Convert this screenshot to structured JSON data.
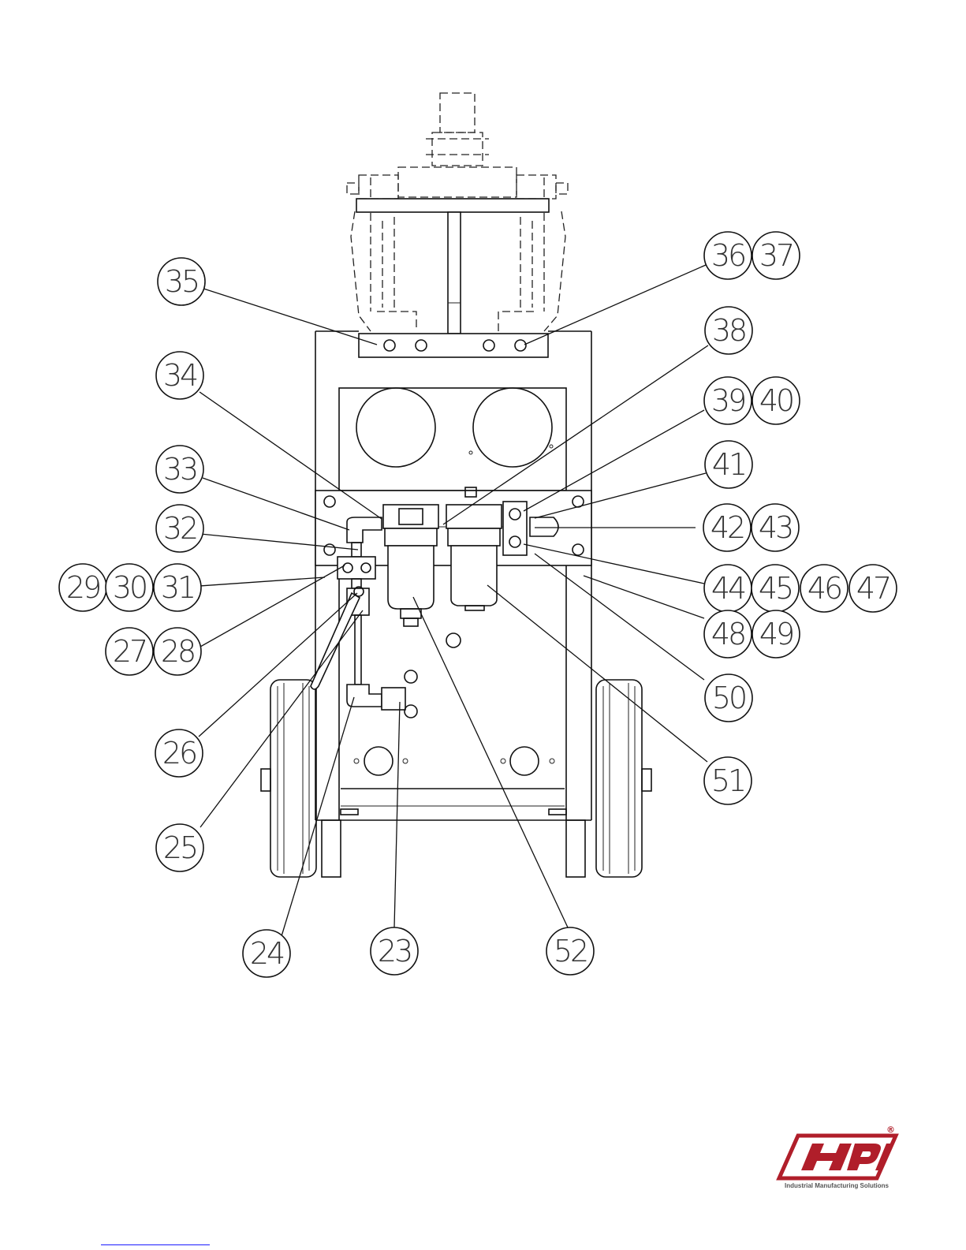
{
  "balloons": [
    {
      "label": "35"
    },
    {
      "label": "36"
    },
    {
      "label": "37"
    },
    {
      "label": "38"
    },
    {
      "label": "34"
    },
    {
      "label": "39"
    },
    {
      "label": "40"
    },
    {
      "label": "41"
    },
    {
      "label": "33"
    },
    {
      "label": "42"
    },
    {
      "label": "43"
    },
    {
      "label": "32"
    },
    {
      "label": "29"
    },
    {
      "label": "30"
    },
    {
      "label": "31"
    },
    {
      "label": "44"
    },
    {
      "label": "45"
    },
    {
      "label": "46"
    },
    {
      "label": "47"
    },
    {
      "label": "27"
    },
    {
      "label": "28"
    },
    {
      "label": "48"
    },
    {
      "label": "49"
    },
    {
      "label": "50"
    },
    {
      "label": "26"
    },
    {
      "label": "51"
    },
    {
      "label": "25"
    },
    {
      "label": "24"
    },
    {
      "label": "23"
    },
    {
      "label": "52"
    }
  ],
  "logo": {
    "brand": "HPI",
    "registered": "®",
    "tagline": "Industrial Manufacturing Solutions",
    "color": "#b01e2a"
  },
  "colors": {
    "line": "#111111",
    "label": "#333333",
    "footer_link": "#1a1aff"
  }
}
